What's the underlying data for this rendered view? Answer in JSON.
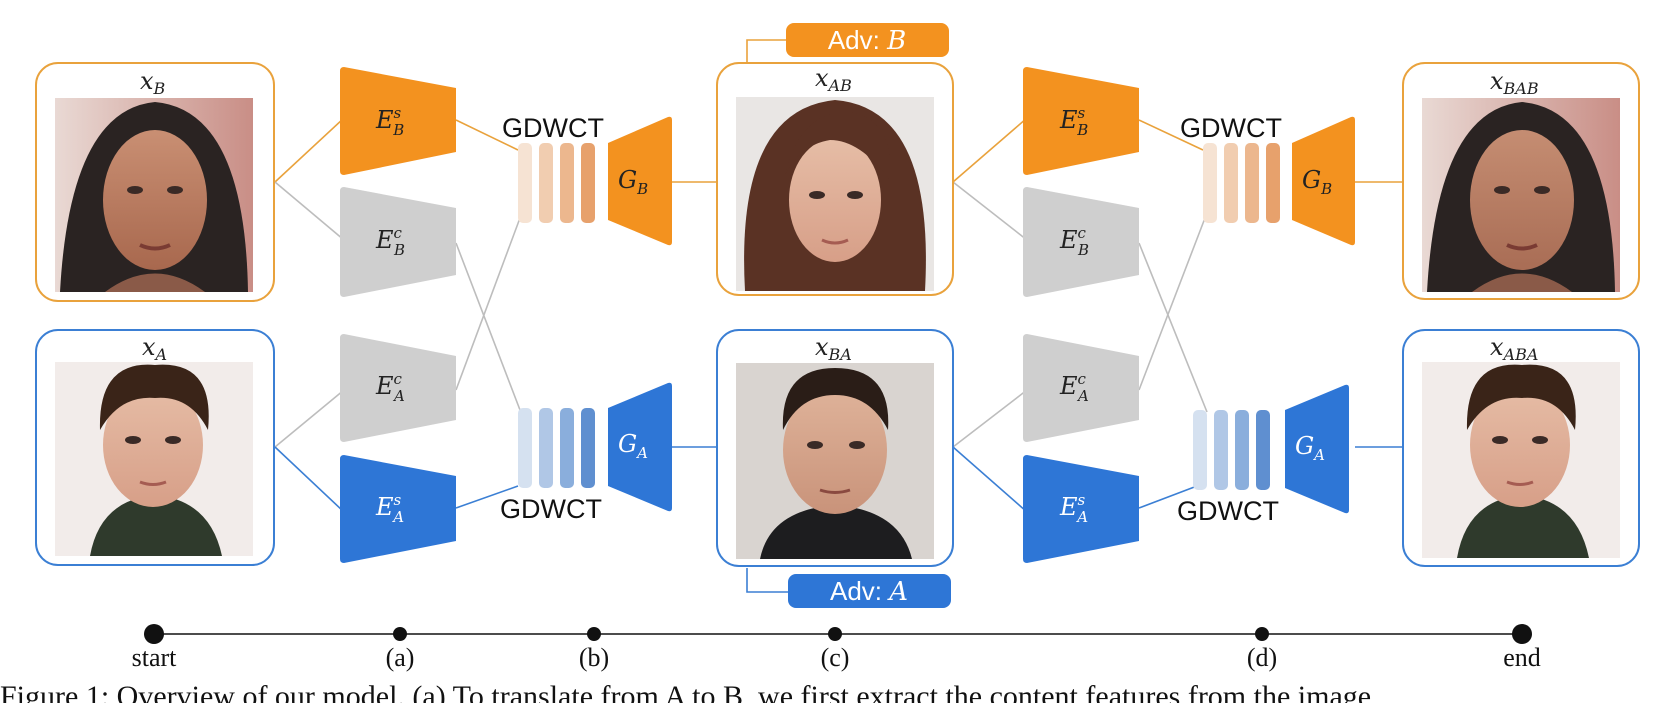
{
  "colors": {
    "orange": "#f3921f",
    "orange_border": "#e9a23c",
    "blue": "#2e76d6",
    "blue_border": "#3b7fd4",
    "gray": "#cfcfcf",
    "line_gray": "#bdbdbd"
  },
  "images": {
    "xB": {
      "name": "x",
      "sub": "B"
    },
    "xA": {
      "name": "x",
      "sub": "A"
    },
    "xAB": {
      "name": "x",
      "sub": "AB"
    },
    "xBA": {
      "name": "x",
      "sub": "BA"
    },
    "xBAB": {
      "name": "x",
      "sub": "BAB"
    },
    "xABA": {
      "name": "x",
      "sub": "ABA"
    }
  },
  "encoders": {
    "EsB": {
      "main": "E",
      "sup": "s",
      "sub": "B"
    },
    "EcB": {
      "main": "E",
      "sup": "c",
      "sub": "B"
    },
    "EcA": {
      "main": "E",
      "sup": "c",
      "sub": "A"
    },
    "EsA": {
      "main": "E",
      "sup": "s",
      "sub": "A"
    }
  },
  "generators": {
    "GB": {
      "main": "G",
      "sub": "B"
    },
    "GA": {
      "main": "G",
      "sub": "A"
    }
  },
  "gdwct_label": "GDWCT",
  "adv": {
    "B": {
      "prefix": "Adv: ",
      "var": "B"
    },
    "A": {
      "prefix": "Adv: ",
      "var": "A"
    }
  },
  "timeline": [
    "start",
    "(a)",
    "(b)",
    "(c)",
    "(d)",
    "end"
  ],
  "caption": "Figure 1: Overview of our model. (a) To translate from A to B, we first extract the content features from the image"
}
